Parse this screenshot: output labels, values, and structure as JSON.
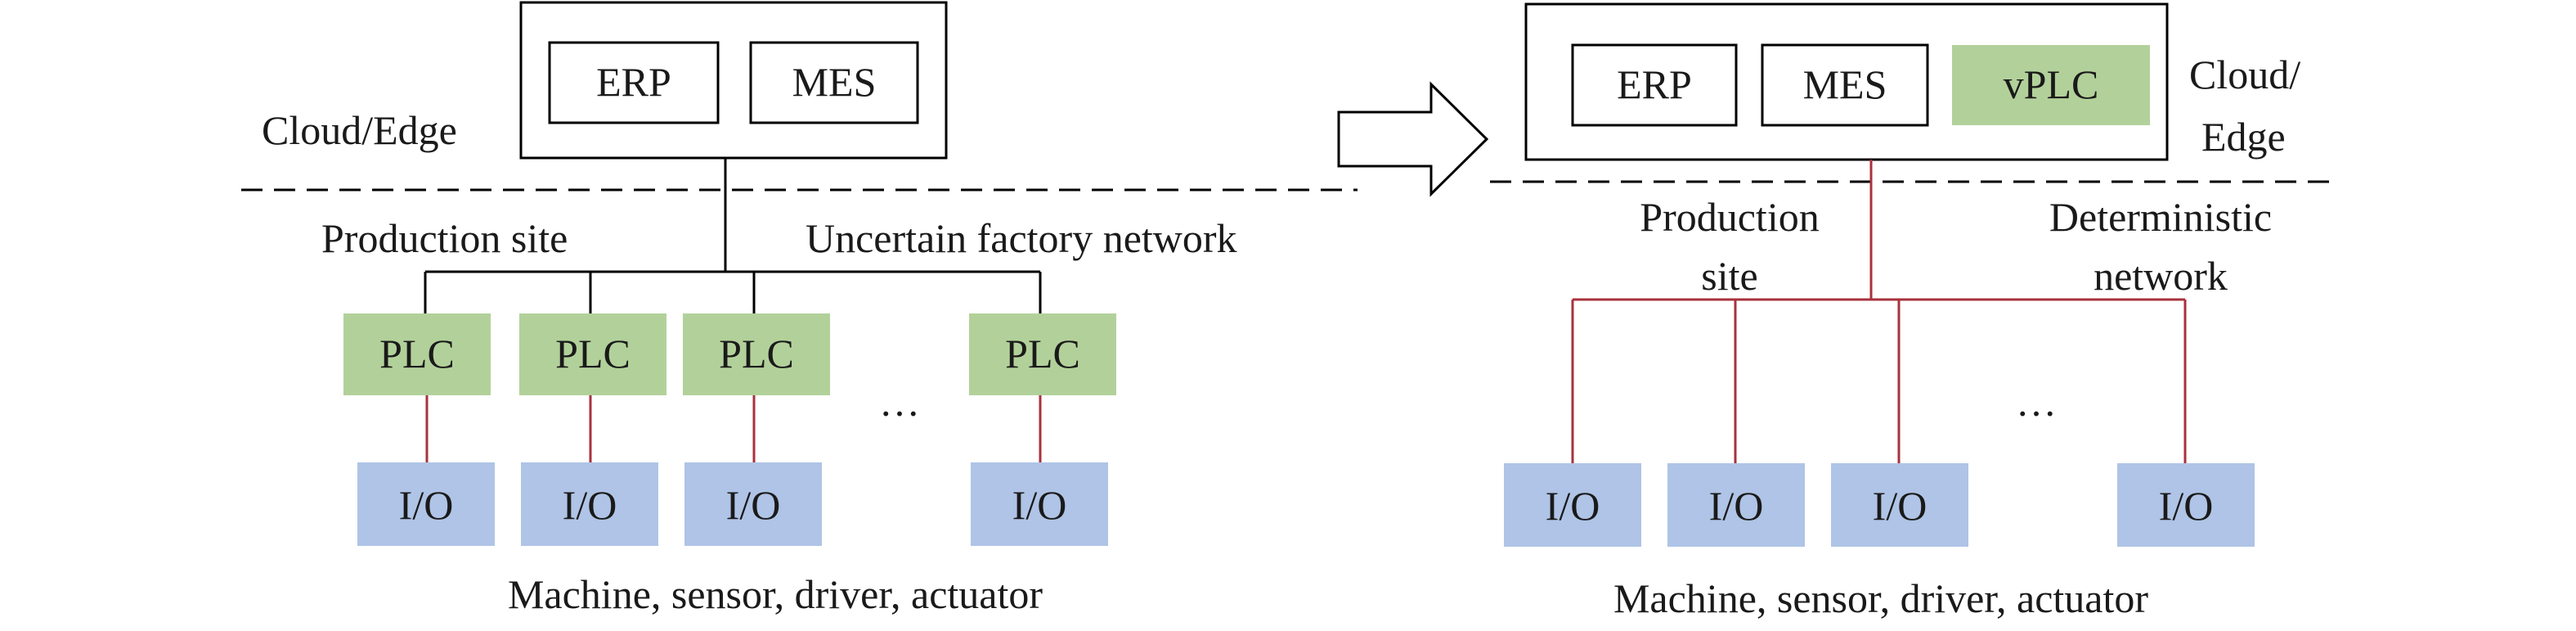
{
  "colors": {
    "plc_fill": "#b2d19a",
    "io_fill": "#afc4e6",
    "line_black": "#000000",
    "line_red": "#a8323d",
    "box_stroke": "#000000"
  },
  "left": {
    "cloud_edge_label": "Cloud/Edge",
    "enterprise": {
      "erp": "ERP",
      "mes": "MES"
    },
    "production_site_label": "Production site",
    "network_label": "Uncertain factory network",
    "plcs": [
      "PLC",
      "PLC",
      "PLC",
      "PLC"
    ],
    "ios": [
      "I/O",
      "I/O",
      "I/O",
      "I/O"
    ],
    "ellipsis": "…",
    "field_label": "Machine, sensor, driver, actuator"
  },
  "arrow": {
    "icon": "right-arrow-icon"
  },
  "right": {
    "cloud_edge_label_line1": "Cloud/",
    "cloud_edge_label_line2": "Edge",
    "enterprise": {
      "erp": "ERP",
      "mes": "MES",
      "vplc": "vPLC"
    },
    "production_site_line1": "Production",
    "production_site_line2": "site",
    "network_line1": "Deterministic",
    "network_line2": "network",
    "ios": [
      "I/O",
      "I/O",
      "I/O",
      "I/O"
    ],
    "ellipsis": "…",
    "field_label": "Machine, sensor, driver, actuator"
  }
}
